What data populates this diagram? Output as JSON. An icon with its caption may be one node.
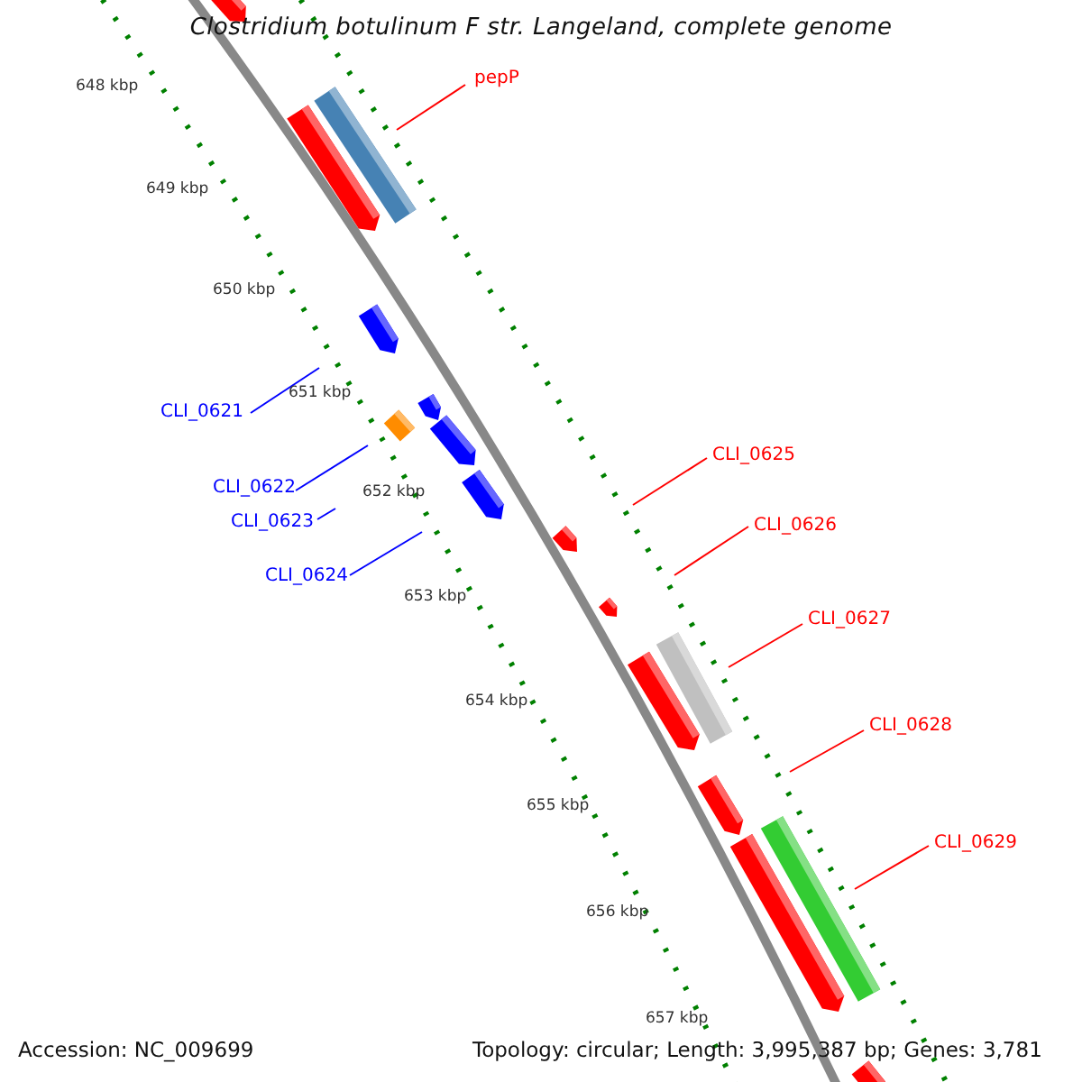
{
  "diagram": {
    "title": "Clostridium botulinum F str. Langeland, complete genome",
    "nodes": [
      {
        "text": [
          "pepP"
        ]
      },
      {
        "text": [
          "CLI_0621"
        ]
      },
      {
        "text": [
          "CLI_0622"
        ]
      },
      {
        "text": [
          "CLI_0623"
        ]
      },
      {
        "text": [
          "CLI_0624"
        ]
      },
      {
        "text": [
          "CLI_0625"
        ]
      },
      {
        "text": [
          "CLI_0626"
        ]
      },
      {
        "text": [
          "CLI_0627"
        ]
      },
      {
        "text": [
          "CLI_0628"
        ]
      },
      {
        "text": [
          "CLI_0629"
        ]
      }
    ],
    "edges": [
      {
        "from": 0,
        "to": null,
        "arrow": "none"
      },
      {
        "from": 1,
        "to": null,
        "arrow": "none",
        "color": "#0000ff"
      },
      {
        "from": 2,
        "to": null,
        "arrow": "none",
        "color": "#0000ff"
      },
      {
        "from": 3,
        "to": null,
        "arrow": "none",
        "color": "#0000ff"
      },
      {
        "from": 4,
        "to": null,
        "arrow": "none",
        "color": "#0000ff"
      },
      {
        "from": 5,
        "to": null,
        "arrow": "none"
      },
      {
        "from": 6,
        "to": null,
        "arrow": "none"
      },
      {
        "from": 7,
        "to": null,
        "arrow": "none"
      },
      {
        "from": 8,
        "to": null,
        "arrow": "none"
      },
      {
        "from": 9,
        "to": null,
        "arrow": "none"
      }
    ],
    "labels": [
      "648 kbp",
      "649 kbp",
      "650 kbp",
      "651 kbp",
      "652 kbp",
      "653 kbp",
      "654 kbp",
      "655 kbp",
      "656 kbp",
      "657 kbp",
      "Accession: NC_009699",
      "Topology: circular; Length: 3,995,387 bp; Genes: 3,781"
    ]
  }
}
